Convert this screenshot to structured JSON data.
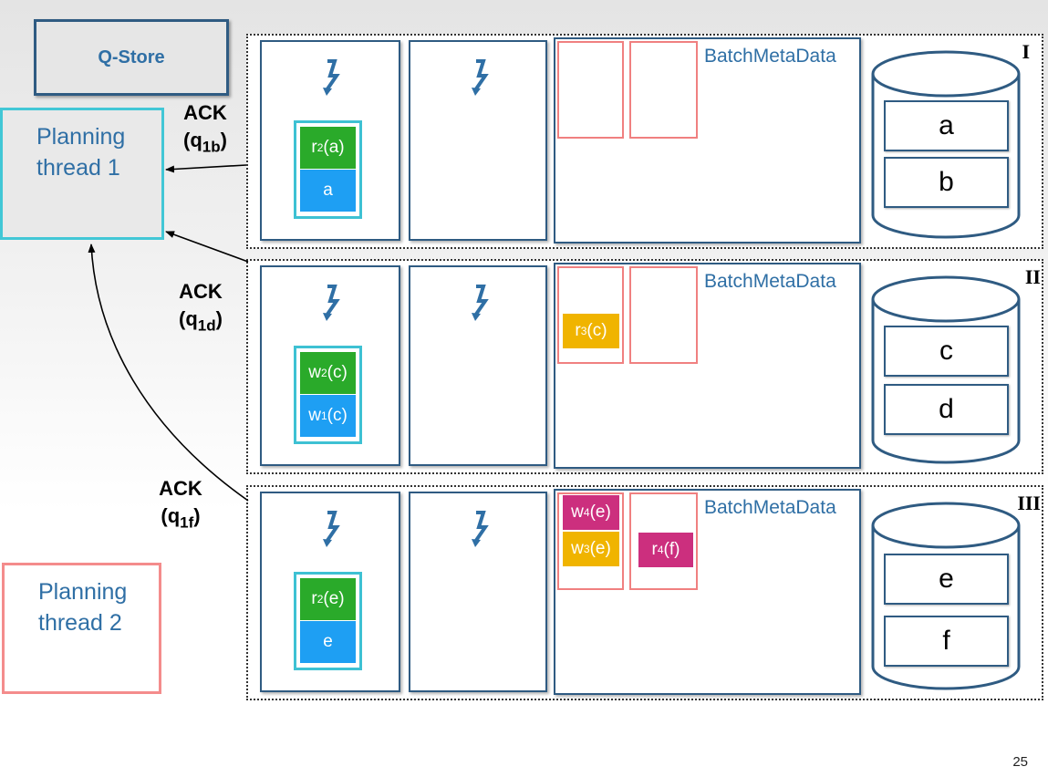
{
  "qstore": {
    "label": "Q-Store"
  },
  "planning_threads": [
    {
      "line1": "Planning",
      "line2": "thread 1",
      "color": "#42c7d6"
    },
    {
      "line1": "Planning",
      "line2": "thread 2",
      "color": "#f48c8c"
    }
  ],
  "acks": [
    {
      "label": "ACK",
      "q": "(q",
      "sub": "1b",
      "close": ")"
    },
    {
      "label": "ACK",
      "q": "(q",
      "sub": "1d",
      "close": ")"
    },
    {
      "label": "ACK",
      "q": "(q",
      "sub": "1f",
      "close": ")"
    }
  ],
  "partitions": [
    {
      "roman": "I",
      "batch_label": "BatchMetaData",
      "exec_ops": [
        {
          "name": "r",
          "sub": "2",
          "arg": "(a)",
          "color": "#2aaa2a"
        },
        {
          "name": "a",
          "sub": "",
          "arg": "",
          "color": "#1e9ff3"
        }
      ],
      "slot1_ops": [],
      "slot2_ops": [],
      "cells": [
        "a",
        "b"
      ]
    },
    {
      "roman": "II",
      "batch_label": "BatchMetaData",
      "exec_ops": [
        {
          "name": "w",
          "sub": "2",
          "arg": "(c)",
          "color": "#2aaa2a"
        },
        {
          "name": "w",
          "sub": "1",
          "arg": "(c)",
          "color": "#1e9ff3"
        }
      ],
      "slot1_ops": [
        {
          "name": "r",
          "sub": "3",
          "arg": "(c)",
          "color": "#f0b400"
        }
      ],
      "slot2_ops": [],
      "cells": [
        "c",
        "d"
      ]
    },
    {
      "roman": "III",
      "batch_label": "BatchMetaData",
      "exec_ops": [
        {
          "name": "r",
          "sub": "2",
          "arg": "(e)",
          "color": "#2aaa2a"
        },
        {
          "name": "e",
          "sub": "",
          "arg": "",
          "color": "#1e9ff3"
        }
      ],
      "slot1_ops": [
        {
          "name": "w",
          "sub": "4",
          "arg": "(e)",
          "color": "#cc2f7e"
        },
        {
          "name": "w",
          "sub": "3",
          "arg": "(e)",
          "color": "#f0b400"
        }
      ],
      "slot2_ops": [
        {
          "name": "r",
          "sub": "4",
          "arg": "(f)",
          "color": "#cc2f7e"
        }
      ],
      "cells": [
        "e",
        "f"
      ]
    }
  ],
  "page_number": "25",
  "colors": {
    "executor_border": "#2f5b82",
    "batch_slot_border": "#f08080",
    "lightning": "#2f6fa5"
  }
}
